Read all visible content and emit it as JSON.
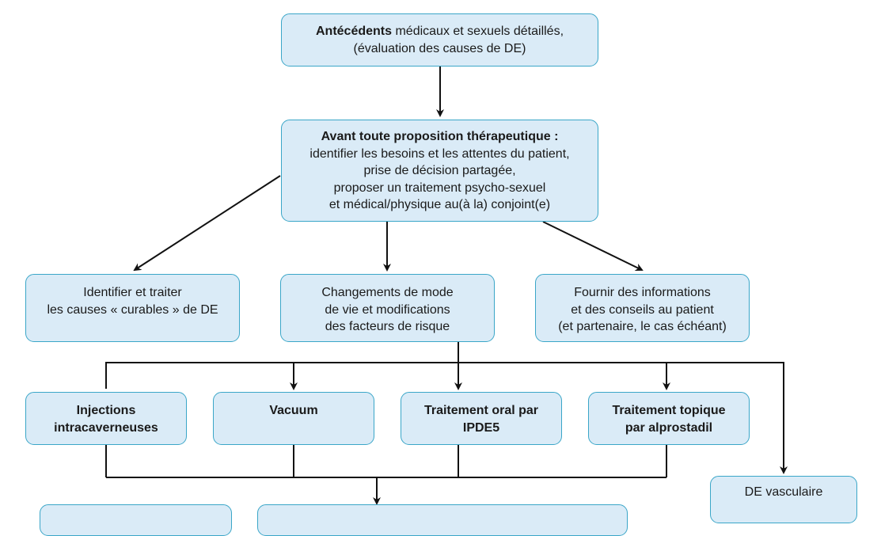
{
  "diagram": {
    "colors": {
      "box_fill": "#daebf7",
      "box_border": "#3aa6c8",
      "connector": "#111111"
    },
    "nodes": {
      "history": {
        "bold": "Antécédents",
        "rest": " médicaux et sexuels détaillés,",
        "line2": "(évaluation des causes de DE)"
      },
      "before_therapy": {
        "title": "Avant toute proposition thérapeutique :",
        "lines": [
          "identifier les besoins et les attentes du patient,",
          "prise de décision partagée,",
          "proposer un traitement psycho-sexuel",
          "et médical/physique au(à la) conjoint(e)"
        ]
      },
      "curable_causes": {
        "lines": [
          "Identifier et traiter",
          "les causes « curables » de DE"
        ]
      },
      "lifestyle": {
        "lines": [
          "Changements de mode",
          "de vie et modifications",
          "des facteurs de risque"
        ]
      },
      "information": {
        "lines": [
          "Fournir des informations",
          "et des conseils au patient",
          "(et partenaire, le cas échéant)"
        ]
      },
      "injections": {
        "lines": [
          "Injections",
          "intracaverneuses"
        ]
      },
      "vacuum": {
        "lines": [
          "Vacuum"
        ]
      },
      "oral": {
        "lines": [
          "Traitement oral par",
          "IPDE5"
        ]
      },
      "topical": {
        "lines": [
          "Traitement topique",
          "par alprostadil"
        ]
      },
      "vascular": {
        "lines": [
          "DE vasculaire"
        ]
      }
    }
  }
}
